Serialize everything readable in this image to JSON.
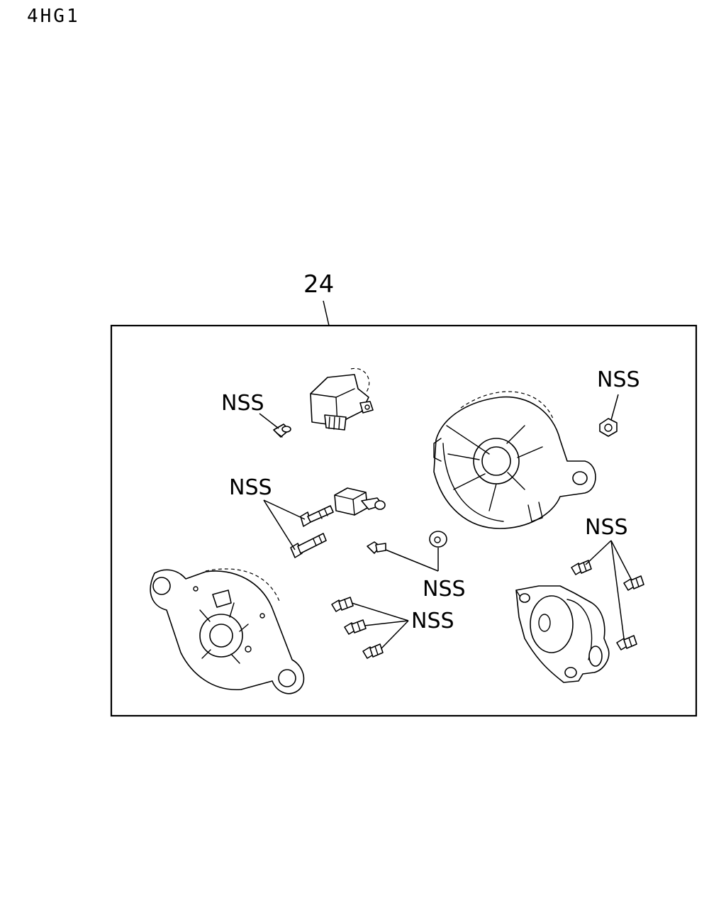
{
  "model_code": "4HG1",
  "assembly_number": "24",
  "callouts": {
    "nss_1": "NSS",
    "nss_2": "NSS",
    "nss_3": "NSS",
    "nss_4": "NSS",
    "nss_5": "NSS",
    "nss_6": "NSS"
  },
  "colors": {
    "line": "#000000",
    "background": "#ffffff"
  }
}
